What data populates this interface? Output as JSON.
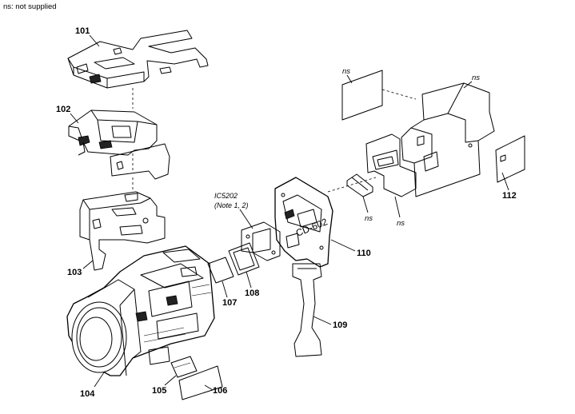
{
  "header": {
    "note": "ns: not supplied"
  },
  "callouts": {
    "p101": "101",
    "p102": "102",
    "p103": "103",
    "p104": "104",
    "p105": "105",
    "p106": "106",
    "p107": "107",
    "p108": "108",
    "p109": "109",
    "p110": "110",
    "p112": "112",
    "ns_a": "ns",
    "ns_b": "ns",
    "ns_c": "ns",
    "ns_d": "ns",
    "ic_line1": "IC5202",
    "ic_line2": "(Note 1, 2)"
  },
  "board_marking": "CD-602"
}
